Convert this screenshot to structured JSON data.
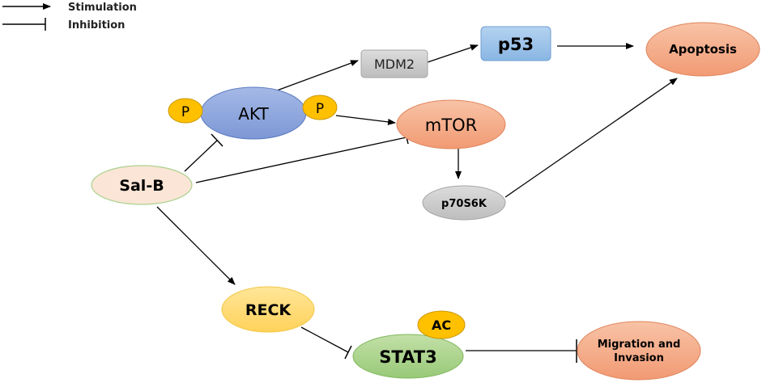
{
  "legend": {
    "stimulation": "Stimulation",
    "inhibition": "Inhibition"
  },
  "nodes": {
    "sal_b": "Sal-B",
    "akt": "AKT",
    "p_left": "P",
    "p_right": "P",
    "mdm2": "MDM2",
    "p53": "p53",
    "apoptosis": "Apoptosis",
    "mtor": "mTOR",
    "p70s6k": "p70S6K",
    "reck": "RECK",
    "stat3": "STAT3",
    "ac": "AC",
    "migration_line1": "Migration and",
    "migration_line2": "Invasion"
  },
  "colors": {
    "sal_b_fill": "#fbe5d6",
    "sal_b_stroke": "#a9d18e",
    "akt_fill": "#8faadc",
    "phospho_fill": "#ffc000",
    "mdm2_fill": "#c9c9c9",
    "p53_fill": "#9dc3e6",
    "salmon_fill": "#f4a582",
    "p70s6k_fill": "#c9c9c9",
    "reck_fill": "#ffd966",
    "stat3_fill": "#a9d18e",
    "arrow": "#000000"
  }
}
